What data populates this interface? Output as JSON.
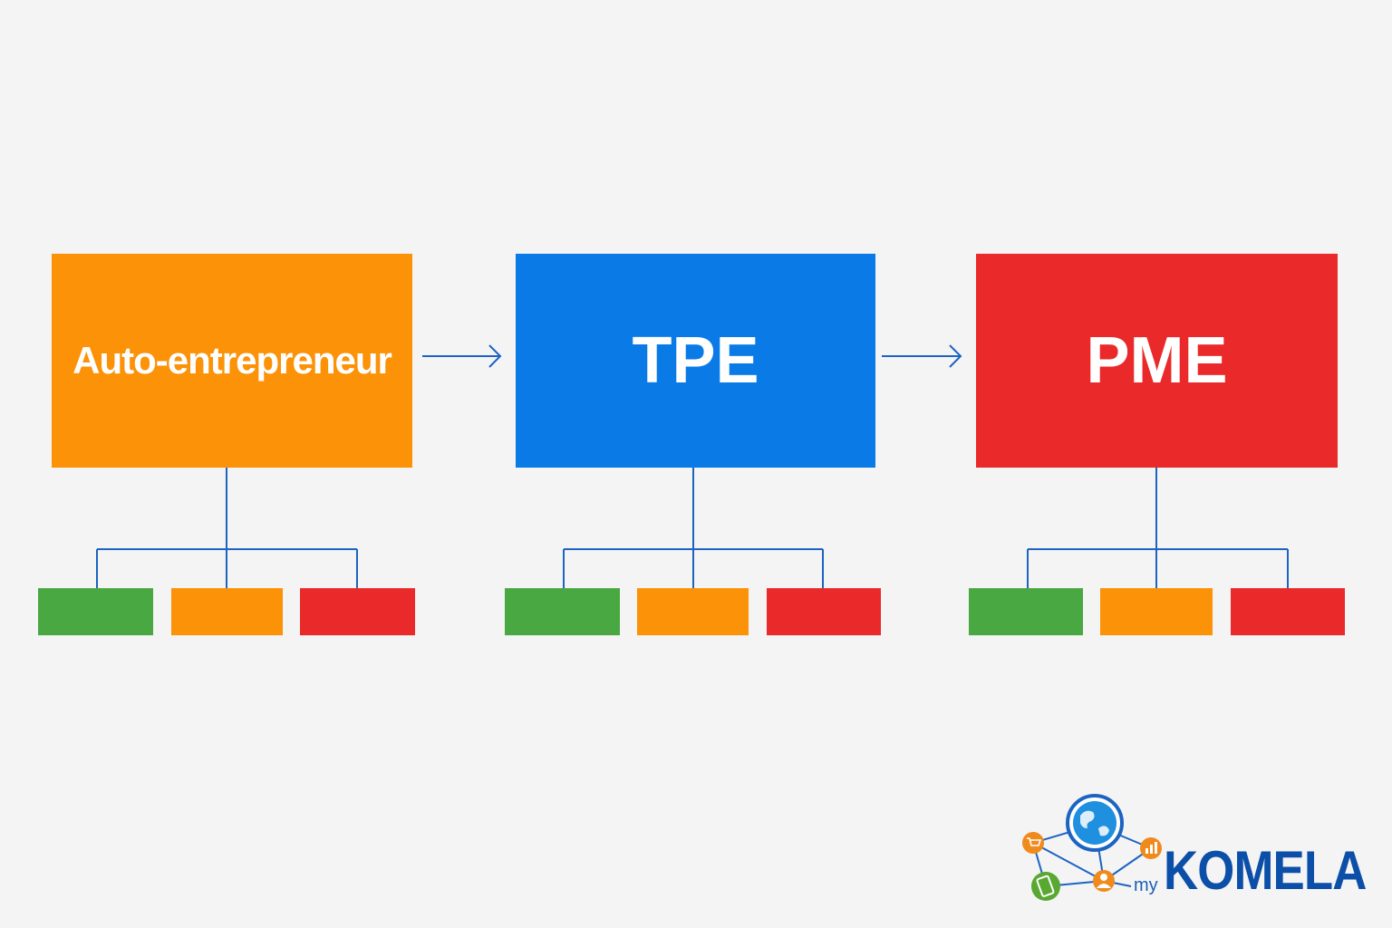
{
  "stages": [
    {
      "label": "Auto-entrepreneur",
      "color": "#fb9208"
    },
    {
      "label": "TPE",
      "color": "#0a7be6"
    },
    {
      "label": "PME",
      "color": "#ea2a2a"
    }
  ],
  "sub_item_colors": [
    "#4aa842",
    "#fb9208",
    "#ea2a2a"
  ],
  "connector_color": "#1c63c2",
  "logo": {
    "prefix": "my",
    "name": "KOMELA",
    "icons": [
      "globe-icon",
      "cart-icon",
      "chart-icon",
      "phone-icon",
      "user-icon"
    ]
  }
}
